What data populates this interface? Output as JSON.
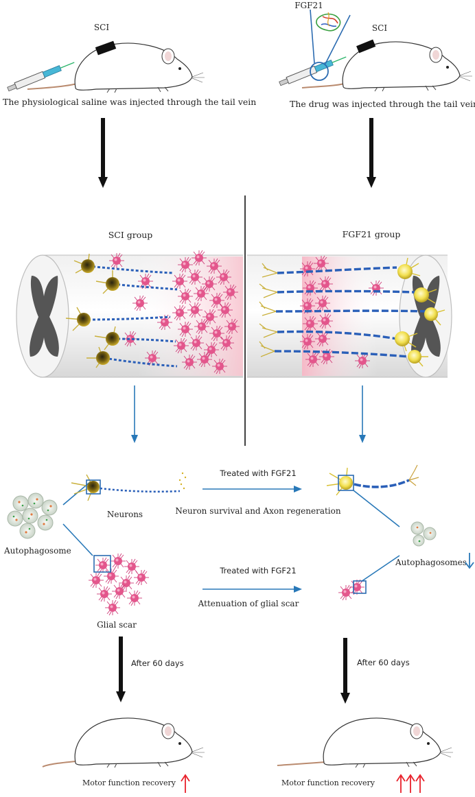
{
  "left_top": {
    "sci_label": "SCI",
    "caption": "The physiological saline was injected through the tail vein"
  },
  "right_top": {
    "drug_label": "FGF21",
    "sci_label": "SCI",
    "caption": "The drug was injected through the tail vein"
  },
  "groups": {
    "left": "SCI group",
    "right": "FGF21 group"
  },
  "mechanism": {
    "neurons": "Neurons",
    "autophagosome": "Autophagosome",
    "glial_scar": "Glial scar",
    "treated_1": "Treated with FGF21",
    "neuron_result": "Neuron survival and Axon regeneration",
    "treated_2": "Treated with FGF21",
    "glial_result": "Attenuation of glial  scar",
    "autophagosomes": "Autophagosomes"
  },
  "bottom": {
    "after_left": "After 60 days",
    "after_right": "After 60 days",
    "recovery_left": "Motor function recovery",
    "recovery_right": "Motor function recovery"
  },
  "colors": {
    "blue_arrow": "#2878b8",
    "red_arrow": "#e8202a",
    "black_arrow": "#111111",
    "scar_pink": "#d2407a",
    "neuron_yellow": "#d8c030"
  }
}
